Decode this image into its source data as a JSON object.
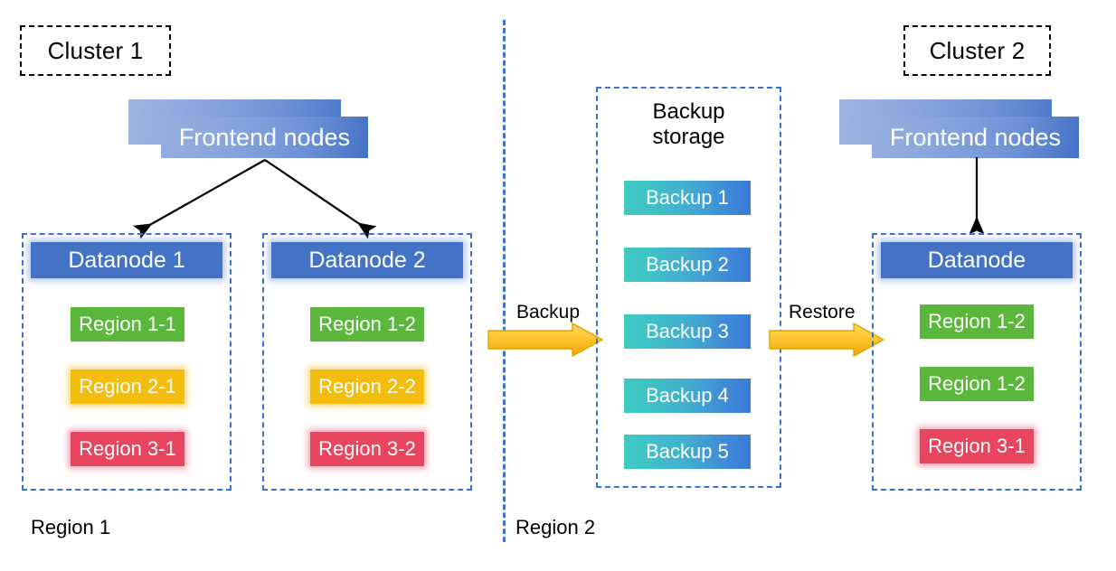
{
  "diagram": {
    "title_left": "Cluster 1",
    "title_right": "Cluster 2",
    "region_label_left": "Region 1",
    "region_label_right": "Region 2"
  },
  "colors": {
    "datanode_blue": "#4472c4",
    "dashed_blue": "#3b6fd4",
    "region_green": "#5cb83c",
    "region_amber": "#f2bd0d",
    "region_red": "#e8455f",
    "backup_gradient_start": "#3ec9c2",
    "backup_gradient_end": "#3b7ad9",
    "arrow_yellow": "#ffc530",
    "arrow_outline": "#e0a800",
    "connector_black": "#000000"
  },
  "cluster1": {
    "label": "Cluster 1",
    "frontend": {
      "label": "Frontend nodes"
    },
    "datanodes": [
      {
        "name": "Datanode 1",
        "regions": [
          {
            "label": "Region 1-1",
            "color": "green"
          },
          {
            "label": "Region 2-1",
            "color": "amber"
          },
          {
            "label": "Region 3-1",
            "color": "red"
          }
        ]
      },
      {
        "name": "Datanode 2",
        "regions": [
          {
            "label": "Region 1-2",
            "color": "green"
          },
          {
            "label": "Region 2-2",
            "color": "amber"
          },
          {
            "label": "Region 3-2",
            "color": "red"
          }
        ]
      }
    ],
    "footer_label": "Region 1"
  },
  "backup_storage": {
    "title_line1": "Backup",
    "title_line2": "storage",
    "items": [
      {
        "label": "Backup 1"
      },
      {
        "label": "Backup 2"
      },
      {
        "label": "Backup 3"
      },
      {
        "label": "Backup 4"
      },
      {
        "label": "Backup 5"
      }
    ],
    "footer_label": "Region 2"
  },
  "cluster2": {
    "label": "Cluster 2",
    "frontend": {
      "label": "Frontend nodes"
    },
    "datanode": {
      "name": "Datanode",
      "regions": [
        {
          "label": "Region 1-2",
          "color": "green"
        },
        {
          "label": "Region 1-2",
          "color": "green"
        },
        {
          "label": "Region 3-1",
          "color": "red"
        }
      ]
    }
  },
  "flows": {
    "backup": {
      "label": "Backup"
    },
    "restore": {
      "label": "Restore"
    }
  }
}
